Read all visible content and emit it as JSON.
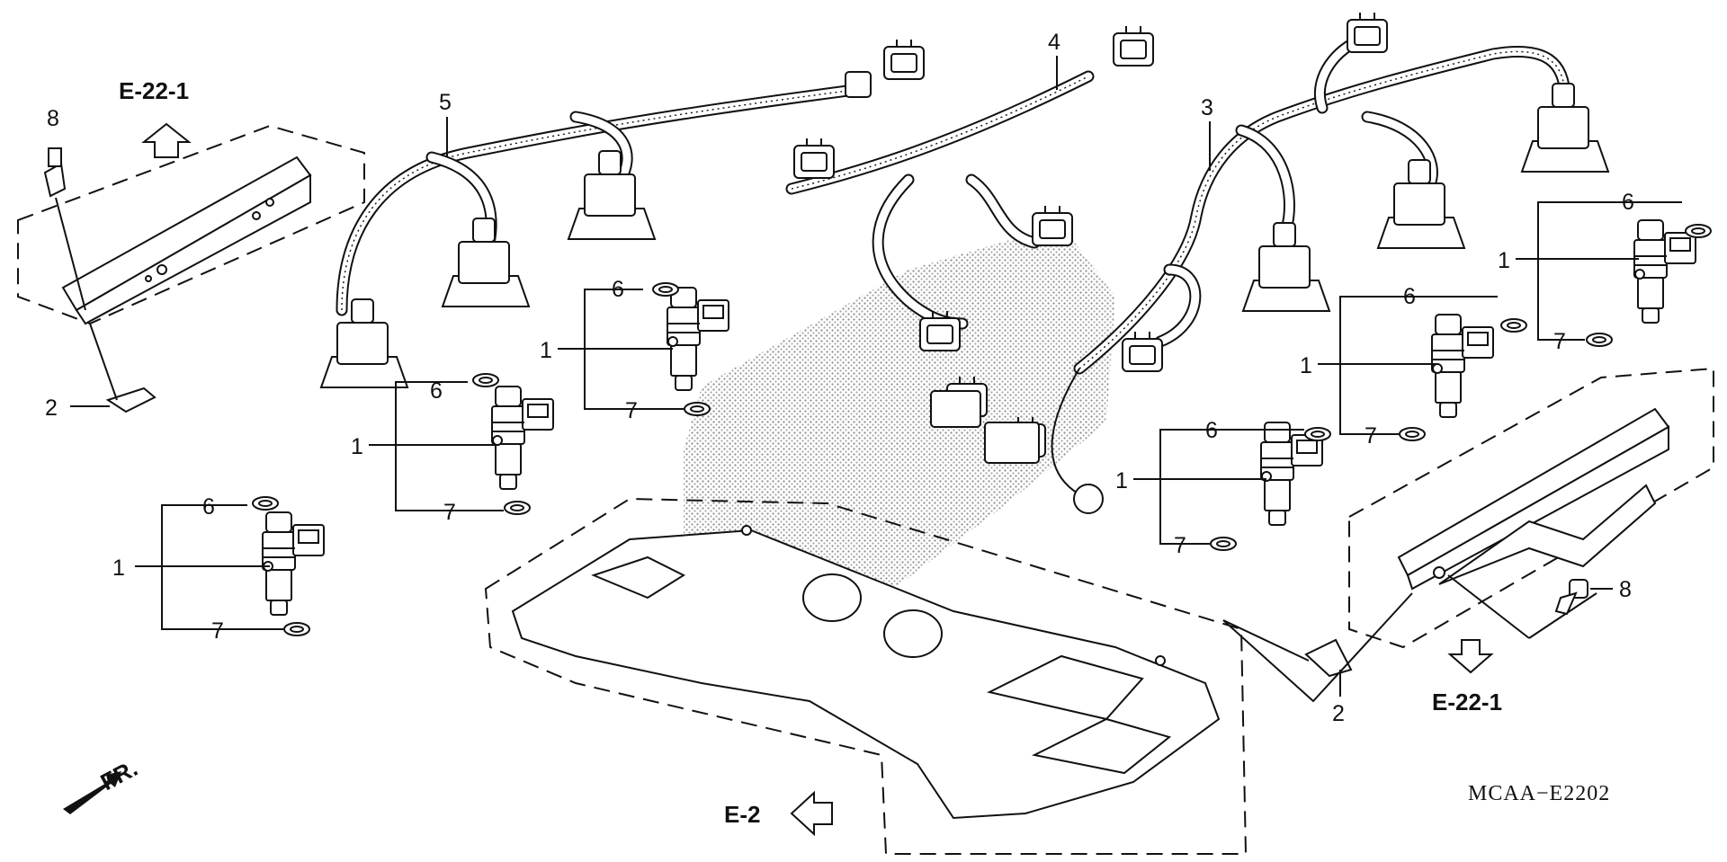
{
  "diagram": {
    "code": "MCAA−E2202",
    "refs": {
      "upper_left": "E-22-1",
      "lower_right": "E-22-1",
      "bottom": "E-2",
      "front": "FR."
    },
    "part_numbers": {
      "injector": "1",
      "clip": "2",
      "harness_a": "3",
      "harness_b": "4",
      "harness_c": "5",
      "o_ring_upper": "6",
      "o_ring_lower": "7",
      "bolt": "8"
    }
  }
}
